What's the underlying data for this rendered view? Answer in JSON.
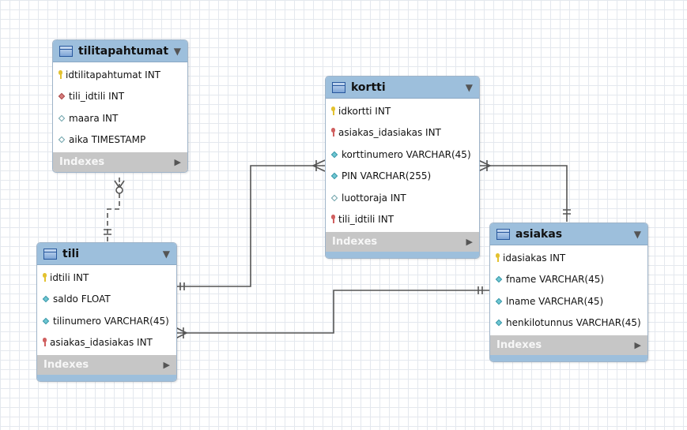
{
  "tables": {
    "tilitapahtumat": {
      "name": "tilitapahtumat",
      "columns": [
        {
          "text": "idtilitapahtumat INT",
          "kind": "pk"
        },
        {
          "text": "tili_idtili INT",
          "kind": "fk-diamond"
        },
        {
          "text": "maara INT",
          "kind": "hollow"
        },
        {
          "text": "aika TIMESTAMP",
          "kind": "hollow"
        }
      ],
      "indexes_label": "Indexes"
    },
    "kortti": {
      "name": "kortti",
      "columns": [
        {
          "text": "idkortti INT",
          "kind": "pk"
        },
        {
          "text": "asiakas_idasiakas INT",
          "kind": "fk"
        },
        {
          "text": "korttinumero VARCHAR(45)",
          "kind": "filled"
        },
        {
          "text": "PIN VARCHAR(255)",
          "kind": "filled"
        },
        {
          "text": "luottoraja INT",
          "kind": "hollow"
        },
        {
          "text": "tili_idtili INT",
          "kind": "fk"
        }
      ],
      "indexes_label": "Indexes"
    },
    "tili": {
      "name": "tili",
      "columns": [
        {
          "text": "idtili INT",
          "kind": "pk"
        },
        {
          "text": "saldo FLOAT",
          "kind": "filled"
        },
        {
          "text": "tilinumero VARCHAR(45)",
          "kind": "filled"
        },
        {
          "text": "asiakas_idasiakas INT",
          "kind": "fk"
        }
      ],
      "indexes_label": "Indexes"
    },
    "asiakas": {
      "name": "asiakas",
      "columns": [
        {
          "text": "idasiakas INT",
          "kind": "pk"
        },
        {
          "text": "fname VARCHAR(45)",
          "kind": "filled"
        },
        {
          "text": "lname VARCHAR(45)",
          "kind": "filled"
        },
        {
          "text": "henkilotunnus VARCHAR(45)",
          "kind": "filled"
        }
      ],
      "indexes_label": "Indexes"
    }
  },
  "icons": {
    "table": "table-icon",
    "primary_key": "key-icon",
    "foreign_key": "foreign-key-icon",
    "column": "diamond-icon",
    "collapse": "collapse-arrow-icon",
    "expand": "expand-arrow-icon"
  },
  "colors": {
    "header": "#9dbfdc",
    "indexes_bar": "#c6c6c6",
    "relationship_line": "#555555",
    "primary_key": "#e3c230",
    "foreign_key": "#d06060",
    "column_diamond": "#6fc7d3"
  }
}
